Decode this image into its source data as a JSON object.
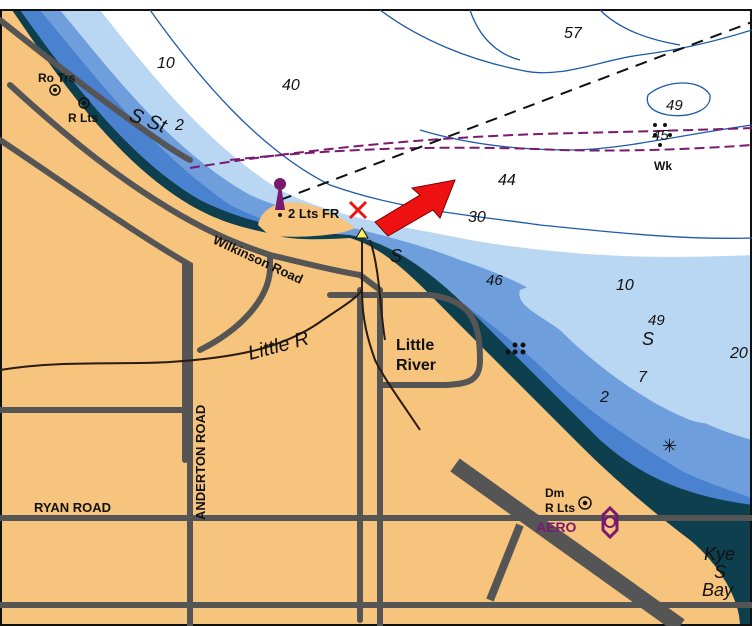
{
  "labels": {
    "ro_trs": "Ro Trs",
    "r_lts_left": "R Lts",
    "s_st": "S St",
    "lights": "2 Lts FR",
    "wilkinson_road": "Wilkinson Road",
    "little_r": "Little R",
    "little_river_line1": "Little",
    "little_river_line2": "River",
    "anderton_road": "ANDERTON ROAD",
    "ryan_road": "RYAN ROAD",
    "dm": "Dm",
    "r_lts_right": "R Lts",
    "aero": "AERO",
    "kye": "Kye",
    "kye_s": "S",
    "bay": "Bay",
    "wk": "Wk",
    "s_channel": "S",
    "s_right": "S"
  },
  "depths": {
    "d57": "57",
    "d10_top": "10",
    "d40": "40",
    "d2_left": "2",
    "d49_top": "49",
    "d45": "45",
    "d44": "44",
    "d30": "30",
    "d46": "46",
    "d10_right": "10",
    "d49_right": "49",
    "d7": "7",
    "d2_right": "2",
    "d20_edge": "20"
  },
  "colors": {
    "land": "#f6c47c",
    "deep_water": "#ffffff",
    "shallow_blue_1": "#b9d7f3",
    "shallow_blue_2": "#6e9fdc",
    "shallow_blue_3": "#4b82cf",
    "intertidal": "#0d3f4e",
    "road": "#555555",
    "river": "#2a1b14",
    "cable": "#7a1a6e",
    "arrow": "#ee1111",
    "aero": "#7a1a6e"
  }
}
